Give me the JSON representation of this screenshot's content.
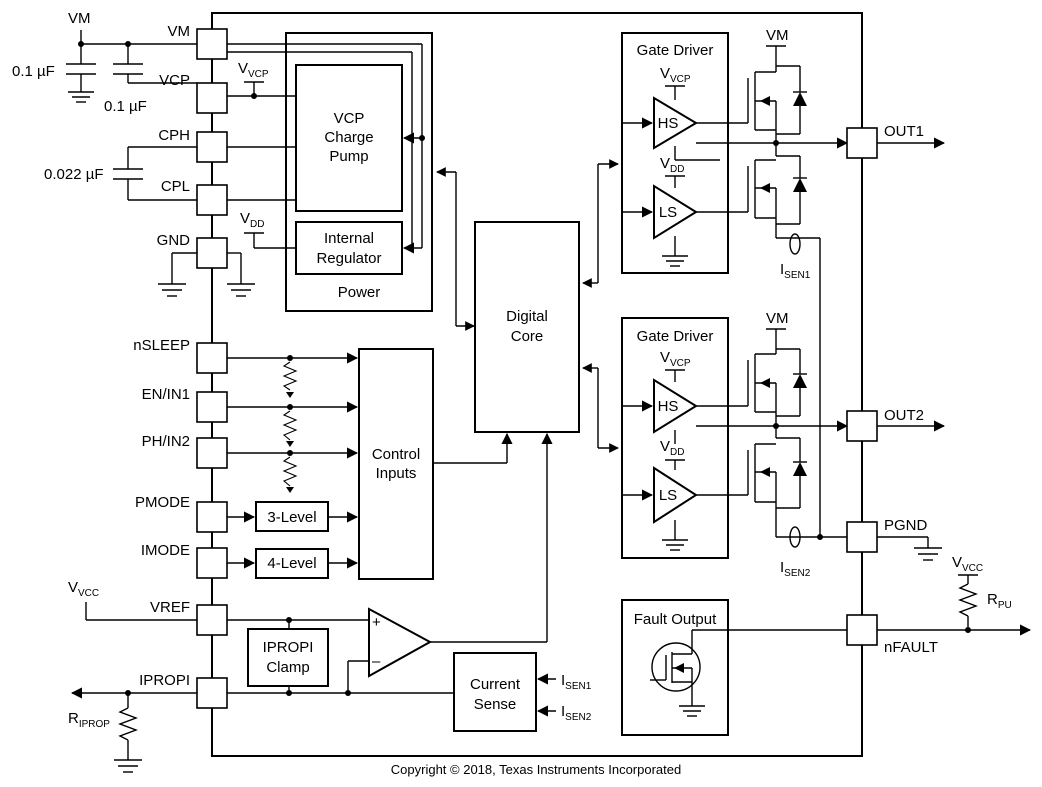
{
  "pins_left": {
    "vm": "VM",
    "vcp": "VCP",
    "cph": "CPH",
    "cpl": "CPL",
    "gnd": "GND",
    "nsleep": "nSLEEP",
    "en_in1": "EN/IN1",
    "ph_in2": "PH/IN2",
    "pmode": "PMODE",
    "imode": "IMODE",
    "vref": "VREF",
    "ipropi": "IPROPI"
  },
  "pins_right": {
    "out1": "OUT1",
    "out2": "OUT2",
    "pgnd": "PGND",
    "nfault": "nFAULT"
  },
  "external": {
    "vm_supply": "VM",
    "cap_vm": "0.1 µF",
    "cap_vcp": "0.1 µF",
    "cap_flying": "0.022 µF",
    "vvcc_main": "V",
    "vvcc_sub": "VCC",
    "rpu_main": "R",
    "rpu_sub": "PU",
    "ripropi_main": "R",
    "ripropi_sub": "IPROP",
    "vvcc_left_main": "V",
    "vvcc_left_sub": "VCC"
  },
  "power": {
    "title": "Power",
    "vcp_pump_l1": "VCP",
    "vcp_pump_l2": "Charge",
    "vcp_pump_l3": "Pump",
    "regulator_l1": "Internal",
    "regulator_l2": "Regulator",
    "vvcp_main": "V",
    "vvcp_sub": "VCP",
    "vdd_main": "V",
    "vdd_sub": "DD"
  },
  "digital_core": {
    "l1": "Digital",
    "l2": "Core"
  },
  "control": {
    "l1": "Control",
    "l2": "Inputs",
    "three_level": "3-Level",
    "four_level": "4-Level"
  },
  "ipropi_clamp": {
    "l1": "IPROPI",
    "l2": "Clamp"
  },
  "current_sense": {
    "l1": "Current",
    "l2": "Sense",
    "isen1_main": "I",
    "isen1_sub": "SEN1",
    "isen2_main": "I",
    "isen2_sub": "SEN2"
  },
  "gate_driver_1": {
    "title": "Gate Driver",
    "vm": "VM",
    "vvcp_main": "V",
    "vvcp_sub": "VCP",
    "vdd_main": "V",
    "vdd_sub": "DD",
    "hs": "HS",
    "ls": "LS",
    "isen_main": "I",
    "isen_sub": "SEN1"
  },
  "gate_driver_2": {
    "title": "Gate Driver",
    "vm": "VM",
    "vvcp_main": "V",
    "vvcp_sub": "VCP",
    "vdd_main": "V",
    "vdd_sub": "DD",
    "hs": "HS",
    "ls": "LS",
    "isen_main": "I",
    "isen_sub": "SEN2"
  },
  "fault_output": {
    "title": "Fault Output"
  },
  "comparator": {
    "plus": "+",
    "minus": "–"
  },
  "copyright": "Copyright © 2018, Texas Instruments Incorporated"
}
